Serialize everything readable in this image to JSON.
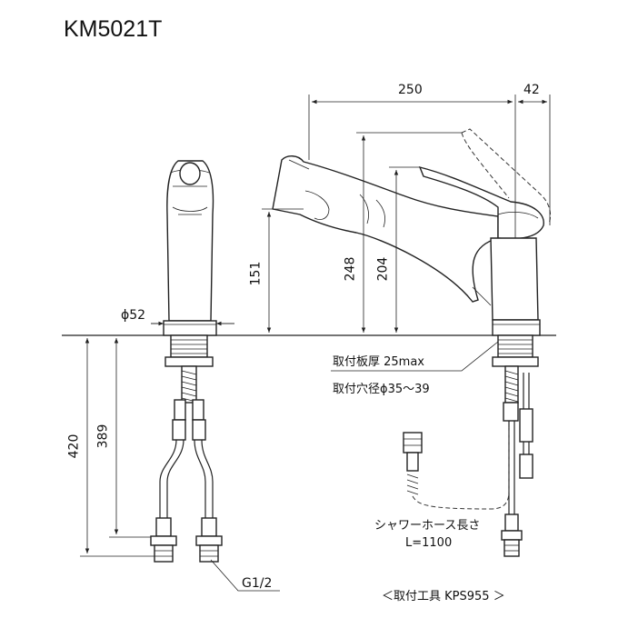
{
  "title": "KM5021T",
  "dimensions": {
    "width_250": "250",
    "width_42": "42",
    "height_248": "248",
    "height_204": "204",
    "height_151": "151",
    "diameter": "ϕ52",
    "length_420": "420",
    "length_389": "389"
  },
  "notes": {
    "plate_thickness": "取付板厚 25max",
    "hole_diameter": "取付穴径ϕ35～39",
    "hose_length_label": "シャワーホース長さ",
    "hose_length_value": "L=1100",
    "thread": "G1/2",
    "tool": "＜取付工具 KPS955 ＞"
  }
}
